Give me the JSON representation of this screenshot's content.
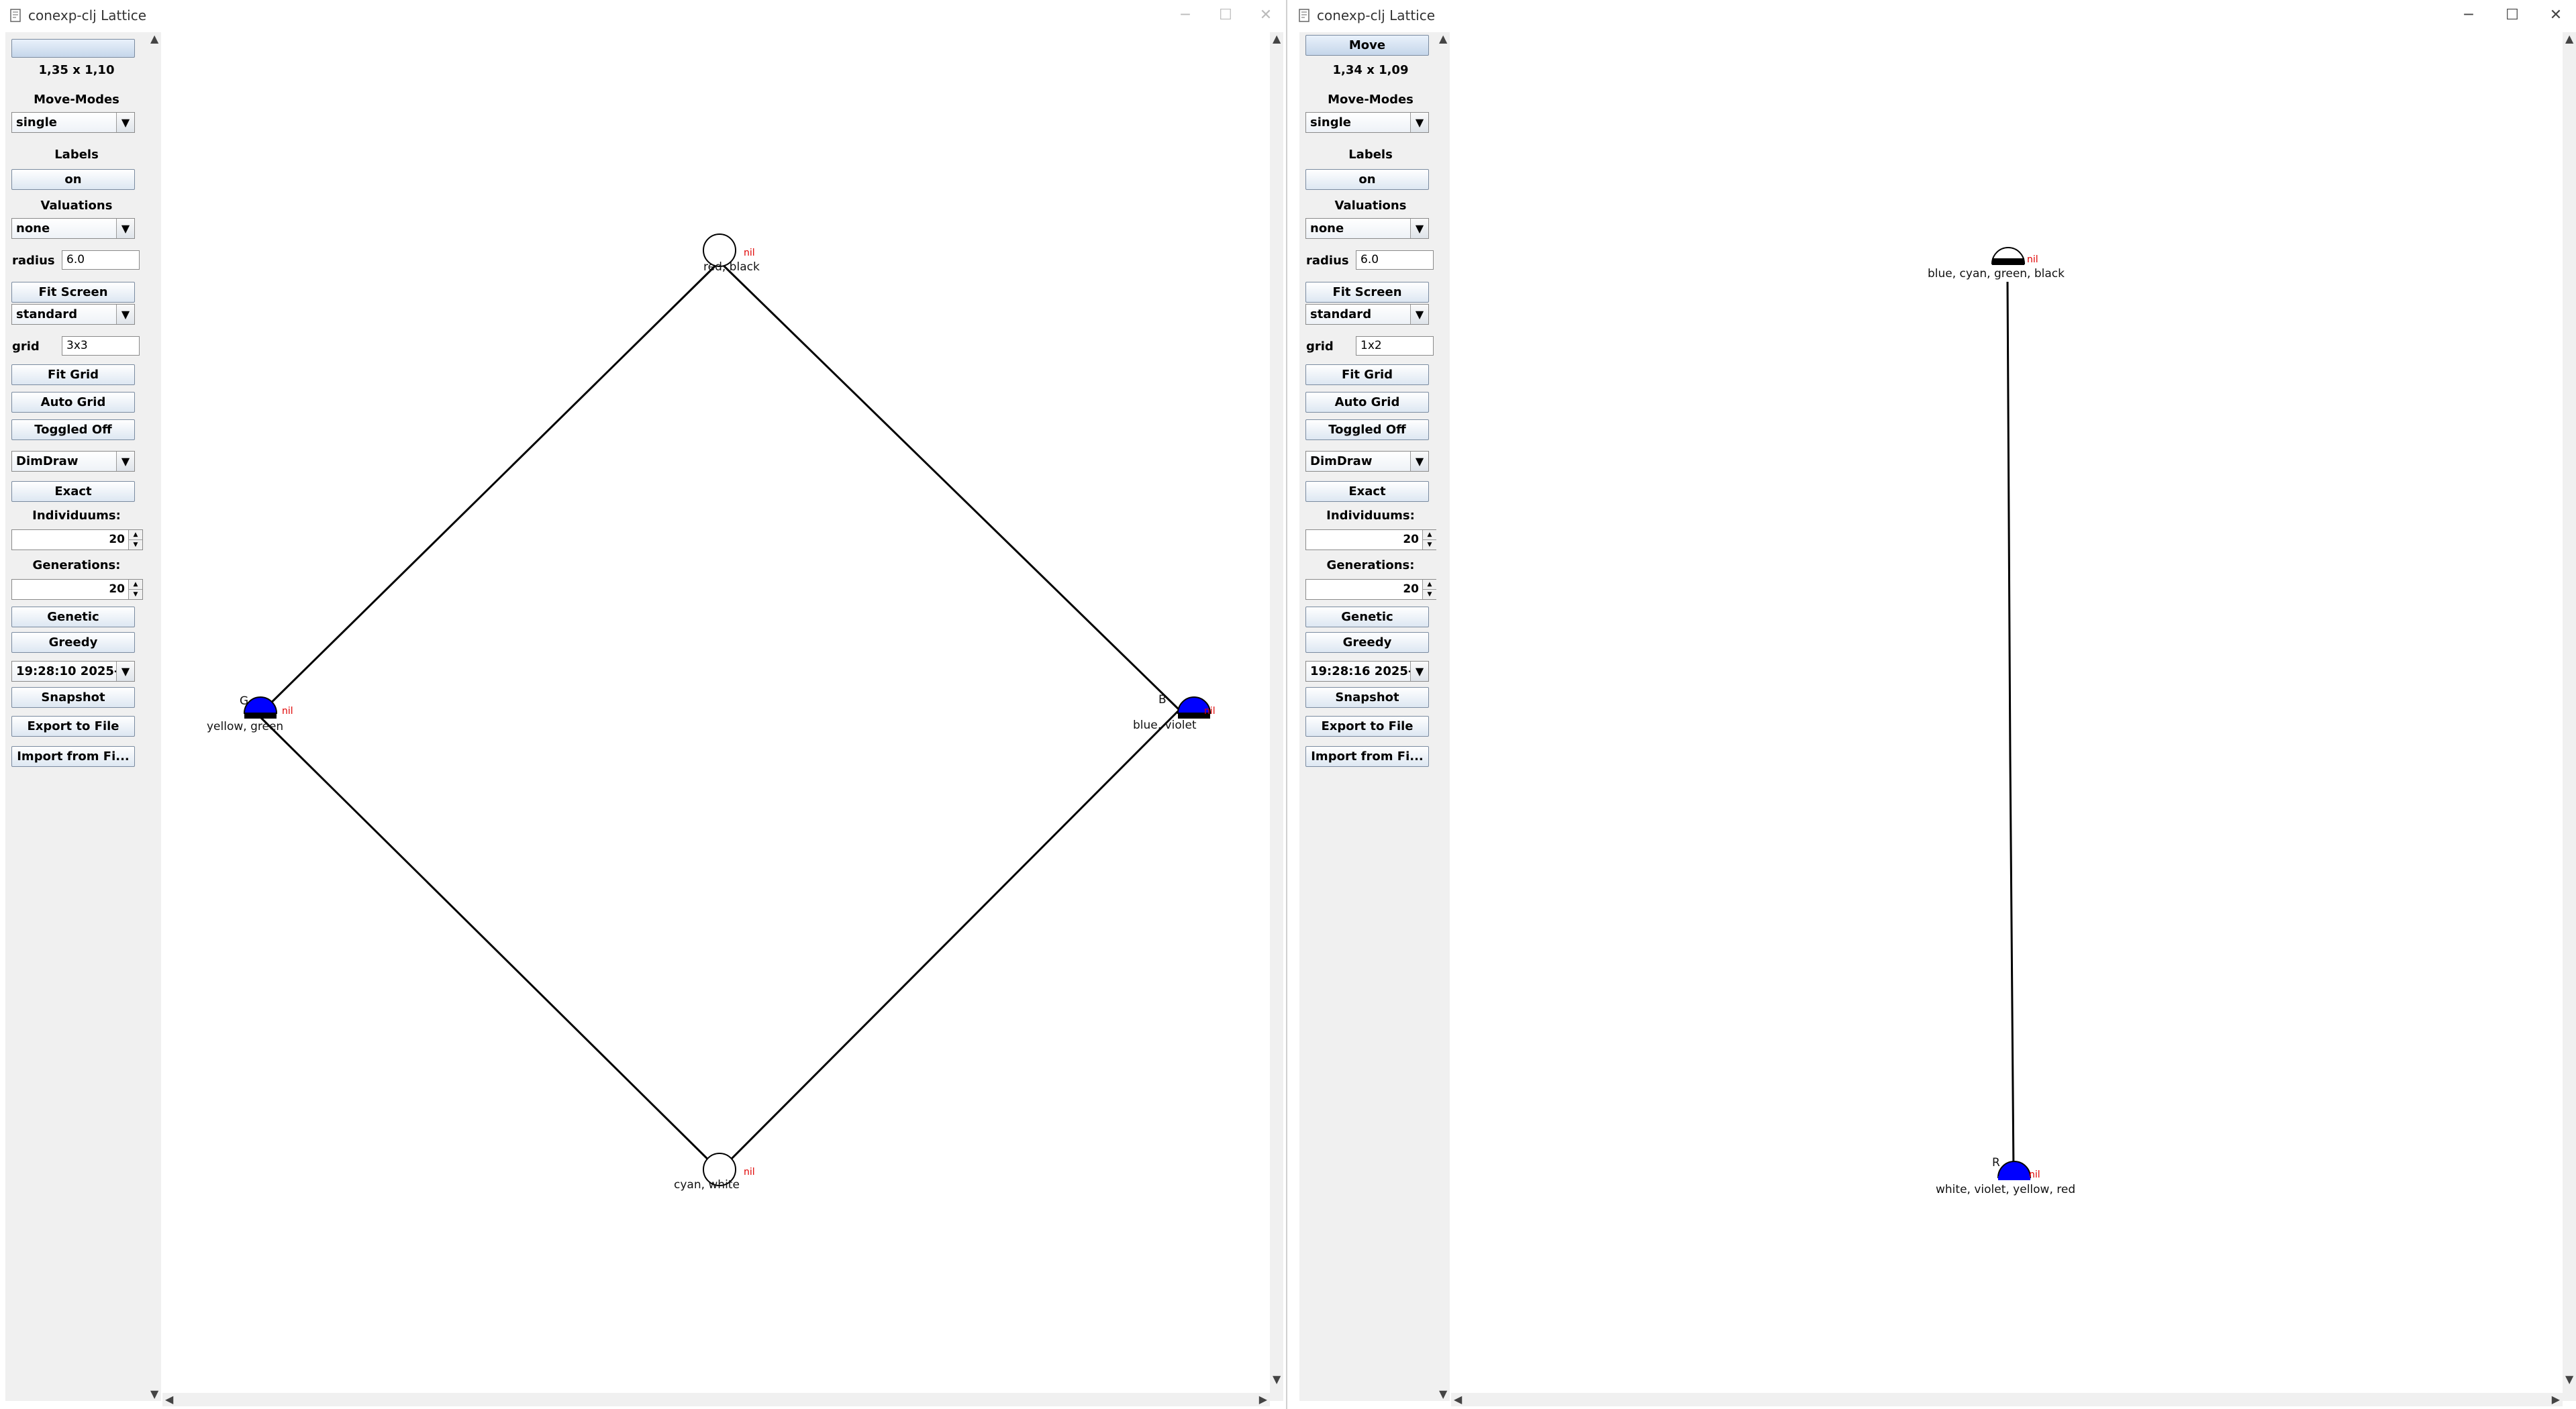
{
  "colors": {
    "node_fill": "#0000ff",
    "edge": "#000000",
    "nil_text": "#e00000",
    "panel": "#f0f0f0"
  },
  "left": {
    "title": "conexp-clj Lattice",
    "top_button": "",
    "scale": "1,35 x 1,10",
    "move_modes_label": "Move-Modes",
    "move_mode": "single",
    "labels_label": "Labels",
    "labels_toggle": "on",
    "valuations_label": "Valuations",
    "valuation": "none",
    "radius_label": "radius",
    "radius_value": "6.0",
    "fit_screen": "Fit Screen",
    "layout": "standard",
    "grid_label": "grid",
    "grid_value": "3x3",
    "fit_grid": "Fit Grid",
    "auto_grid": "Auto Grid",
    "toggled": "Toggled Off",
    "algorithm": "DimDraw",
    "exact": "Exact",
    "individuums_label": "Individuums:",
    "individuums_value": "20",
    "generations_label": "Generations:",
    "generations_value": "20",
    "genetic": "Genetic",
    "greedy": "Greedy",
    "snapshot_select": "19:28:10 2025-...",
    "snapshot": "Snapshot",
    "export": "Export to File",
    "import": "Import from Fi...",
    "nodes": {
      "top_label": "red, black",
      "left_label": "yellow, green",
      "left_tag": "G",
      "right_label": "blue, violet",
      "right_tag": "B",
      "bottom_label": "cyan, white",
      "nil": "nil"
    }
  },
  "right": {
    "title": "conexp-clj Lattice",
    "top_button": "Move",
    "scale": "1,34 x 1,09",
    "move_modes_label": "Move-Modes",
    "move_mode": "single",
    "labels_label": "Labels",
    "labels_toggle": "on",
    "valuations_label": "Valuations",
    "valuation": "none",
    "radius_label": "radius",
    "radius_value": "6.0",
    "fit_screen": "Fit Screen",
    "layout": "standard",
    "grid_label": "grid",
    "grid_value": "1x2",
    "fit_grid": "Fit Grid",
    "auto_grid": "Auto Grid",
    "toggled": "Toggled Off",
    "algorithm": "DimDraw",
    "exact": "Exact",
    "individuums_label": "Individuums:",
    "individuums_value": "20",
    "generations_label": "Generations:",
    "generations_value": "20",
    "genetic": "Genetic",
    "greedy": "Greedy",
    "snapshot_select": "19:28:16 2025-...",
    "snapshot": "Snapshot",
    "export": "Export to File",
    "import": "Import from Fi...",
    "nodes": {
      "top_label": "blue, cyan, green, black",
      "bottom_label": "white, violet, yellow, red",
      "bottom_tag": "R",
      "nil": "nil"
    }
  }
}
